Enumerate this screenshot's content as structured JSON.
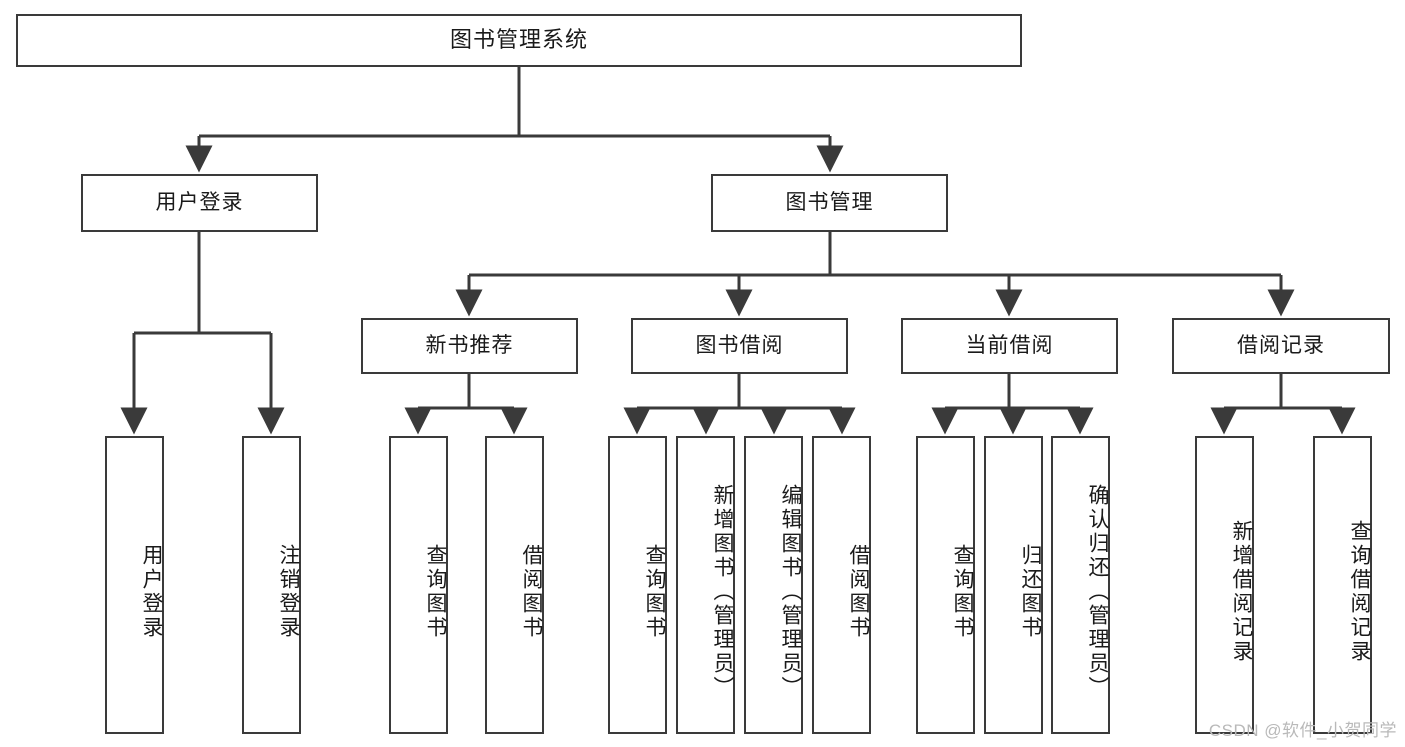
{
  "diagram": {
    "type": "tree-hierarchy-chart",
    "title": "图书管理系统",
    "line_color": "#3a3a3a",
    "box_fill": "#ffffff",
    "text_color": "#1a1a1a",
    "watermark": "CSDN @软件_小贺同学",
    "nodes": {
      "root": {
        "label": "图书管理系统",
        "level": 1
      },
      "l2": [
        {
          "id": "user_login",
          "label": "用户登录",
          "level": 2
        },
        {
          "id": "book_manage",
          "label": "图书管理",
          "level": 2
        }
      ],
      "l3": [
        {
          "id": "new_book_rec",
          "label": "新书推荐",
          "level": 3,
          "parent": "book_manage"
        },
        {
          "id": "book_borrow",
          "label": "图书借阅",
          "level": 3,
          "parent": "book_manage"
        },
        {
          "id": "current_borrow",
          "label": "当前借阅",
          "level": 3,
          "parent": "book_manage"
        },
        {
          "id": "borrow_record",
          "label": "借阅记录",
          "level": 3,
          "parent": "book_manage"
        }
      ],
      "leaves": [
        {
          "id": "leaf_user_login",
          "label": "用户登录",
          "parent": "user_login"
        },
        {
          "id": "leaf_user_logout",
          "label": "注销登录",
          "parent": "user_login"
        },
        {
          "id": "leaf_query_book_1",
          "label": "查询图书",
          "parent": "new_book_rec"
        },
        {
          "id": "leaf_borrow_book_1",
          "label": "借阅图书",
          "parent": "new_book_rec"
        },
        {
          "id": "leaf_query_book_2",
          "label": "查询图书",
          "parent": "book_borrow"
        },
        {
          "id": "leaf_add_book",
          "label": "新增图书（管理员）",
          "parent": "book_borrow"
        },
        {
          "id": "leaf_edit_book",
          "label": "编辑图书（管理员）",
          "parent": "book_borrow"
        },
        {
          "id": "leaf_borrow_book_2",
          "label": "借阅图书",
          "parent": "book_borrow"
        },
        {
          "id": "leaf_query_book_3",
          "label": "查询图书",
          "parent": "current_borrow"
        },
        {
          "id": "leaf_return_book",
          "label": "归还图书",
          "parent": "current_borrow"
        },
        {
          "id": "leaf_confirm_return",
          "label": "确认归还（管理员）",
          "parent": "current_borrow"
        },
        {
          "id": "leaf_add_record",
          "label": "新增借阅记录",
          "parent": "borrow_record"
        },
        {
          "id": "leaf_query_record",
          "label": "查询借阅记录",
          "parent": "borrow_record"
        }
      ]
    }
  }
}
